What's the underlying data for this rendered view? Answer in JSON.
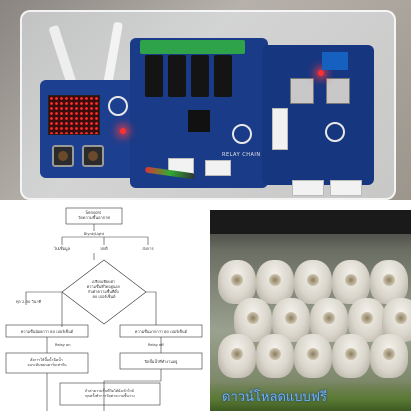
{
  "board_labels": {
    "relay_chain": "RELAY CHAIN"
  },
  "flowchart": {
    "start": "Sensors\nวัดความชื้นอากาศ",
    "branch_label": "Blynk/Light",
    "options": [
      "ไปเชื่อมูล",
      "ปกติ",
      "ส่งการ"
    ],
    "decision": "เปรียบเทียบค่า\nความชื้นที่วัดอยู่นอก\nกับค่าความชื้นที่ตั้ง\n80 เปอร์เซ็นต์",
    "timer": "ทุก 2.30 วินาที",
    "left_condition": "ความชื้นน้อยกว่า 80 เปอร์เซ็นต์",
    "right_condition": "ความชื้นมากกว่า 80 เปอร์เซ็นต์",
    "relay_on": "Relay on",
    "relay_off": "Relay off",
    "left_action": "สั่งการให้ปั๊มน้ำฉีดน้ำ\nจนระดับชมนคาร์บเท่ากัน",
    "right_action": "ปิดปั๊มน้ำที่ทำงานอยู่",
    "bottom_note": "ถ้าค่าความชื้นที่วัดได้ยังเข้าใกล้\nทุกครั้งทำการวัดค่าความชื้นวาง"
  },
  "watermark": "ดาวน์โหลดแบบฟรี"
}
